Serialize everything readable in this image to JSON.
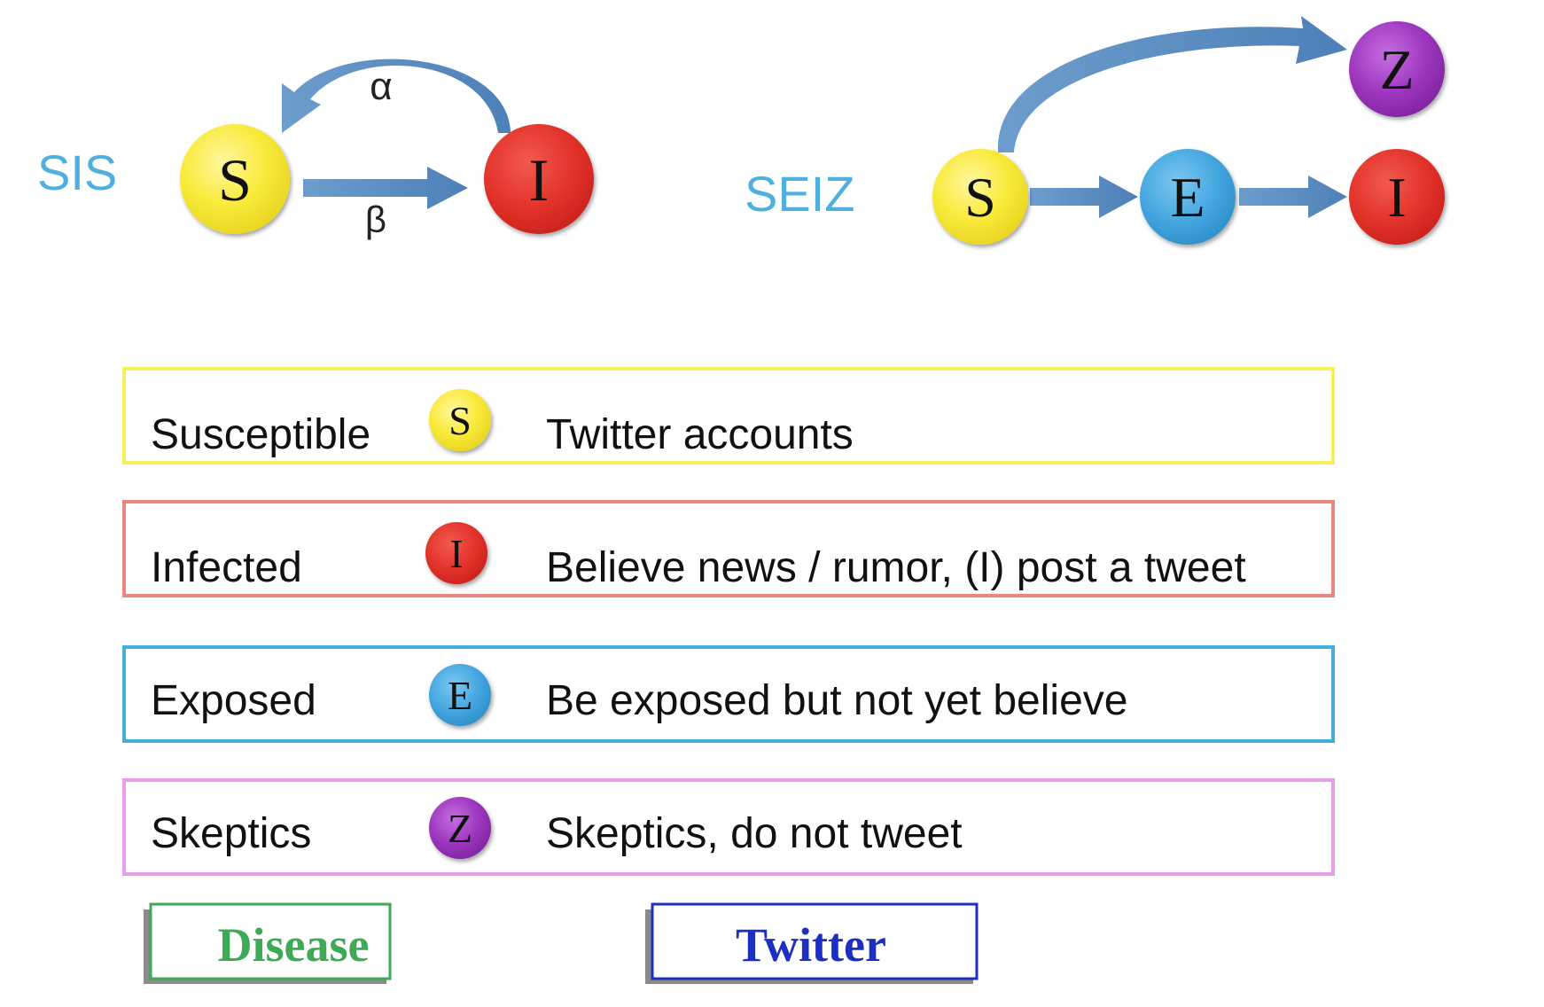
{
  "sis": {
    "label": "SIS",
    "alpha": "α",
    "beta": "β",
    "nodes": {
      "s": "S",
      "i": "I"
    }
  },
  "seiz": {
    "label": "SEIZ",
    "nodes": {
      "s": "S",
      "e": "E",
      "i": "I",
      "z": "Z"
    }
  },
  "rows": [
    {
      "term": "Susceptible",
      "symbol": "S",
      "description": "Twitter accounts"
    },
    {
      "term": "Infected",
      "symbol": "I",
      "description": "Believe news / rumor, (I) post a tweet"
    },
    {
      "term": "Exposed",
      "symbol": "E",
      "description": "Be exposed but not yet believe"
    },
    {
      "term": "Skeptics",
      "symbol": "Z",
      "description": "Skeptics, do not tweet"
    }
  ],
  "legend": {
    "disease": "Disease",
    "twitter": "Twitter"
  },
  "colors": {
    "susceptible": "#f9ea3a",
    "infected": "#e2322a",
    "exposed": "#43a6df",
    "skeptic": "#9c35bd",
    "arrow": "#5b8fc2",
    "label": "#4fb0de",
    "row_susceptible": "#f5ef5c",
    "row_infected": "#e98680",
    "row_exposed": "#41aedc",
    "row_skeptic": "#e89ee8",
    "disease": "#3eaa55",
    "twitter": "#1d2fc0"
  }
}
